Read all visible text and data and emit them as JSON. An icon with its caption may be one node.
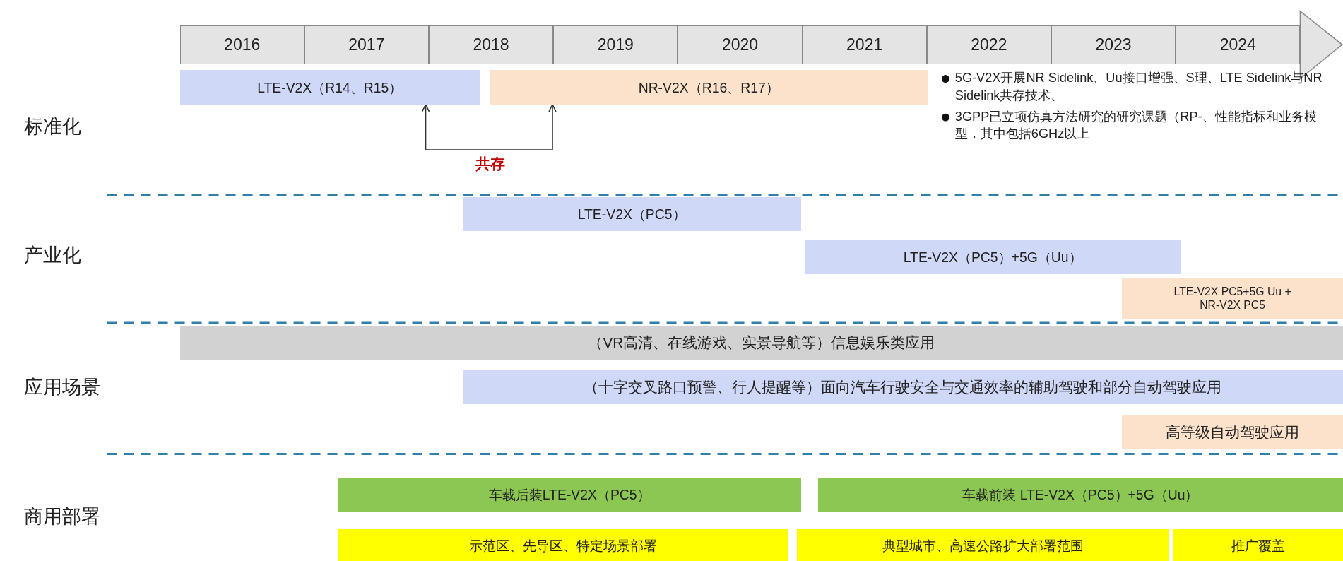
{
  "diagram": {
    "nodes": [
      {
        "text": [
          "2016"
        ]
      },
      {
        "text": [
          "2017"
        ]
      },
      {
        "text": [
          "2018"
        ]
      },
      {
        "text": [
          "2019"
        ]
      },
      {
        "text": [
          "2020"
        ]
      },
      {
        "text": [
          "2021"
        ]
      },
      {
        "text": [
          "2022"
        ]
      },
      {
        "text": [
          "2023"
        ]
      },
      {
        "text": [
          "2024"
        ]
      },
      {
        "text": [
          "LTE-V2X（R14、R15）"
        ]
      },
      {
        "text": [
          "NR-V2X（R16、R17）"
        ]
      },
      {
        "text": [
          "LTE-V2X（PC5）"
        ]
      },
      {
        "text": [
          "LTE-V2X（PC5）+5G（Uu）"
        ]
      },
      {
        "text": [
          "LTE-V2X PC5+5G Uu + NR-V2X PC5"
        ]
      },
      {
        "text": [
          "（VR高清、在线游戏、实景导航等）信息娱乐类应用"
        ]
      },
      {
        "text": [
          "（十字交叉路口预警、行人提醒等）面向汽车行驶安全与交通效率的辅助驾驶和部分自动驾驶应用"
        ]
      },
      {
        "text": [
          "高等级自动驾驶应用"
        ]
      },
      {
        "text": [
          "车载后装LTE-V2X（PC5）"
        ]
      },
      {
        "text": [
          "车载前装 LTE-V2X（PC5）+5G（Uu）"
        ]
      },
      {
        "text": [
          "示范区、先导区、特定场景部署"
        ]
      },
      {
        "text": [
          "典型城市、高速公路扩大部署范围"
        ]
      },
      {
        "text": [
          "推广覆盖"
        ]
      }
    ],
    "edges": [
      {
        "from": 9,
        "to": 10,
        "arrow": "both",
        "label": "共存"
      }
    ],
    "labels": [
      "标准化",
      "5G-V2X开展NR Sidelink、Uu接口增强、S理、LTE Sidelink与NR Sidelink共存技术、",
      "3GPP已立项仿真方法研究的研究课题（RP-、性能指标和业务模型，其中包括6GHz以上",
      "产业化",
      "应用场景",
      "商用部署"
    ]
  }
}
